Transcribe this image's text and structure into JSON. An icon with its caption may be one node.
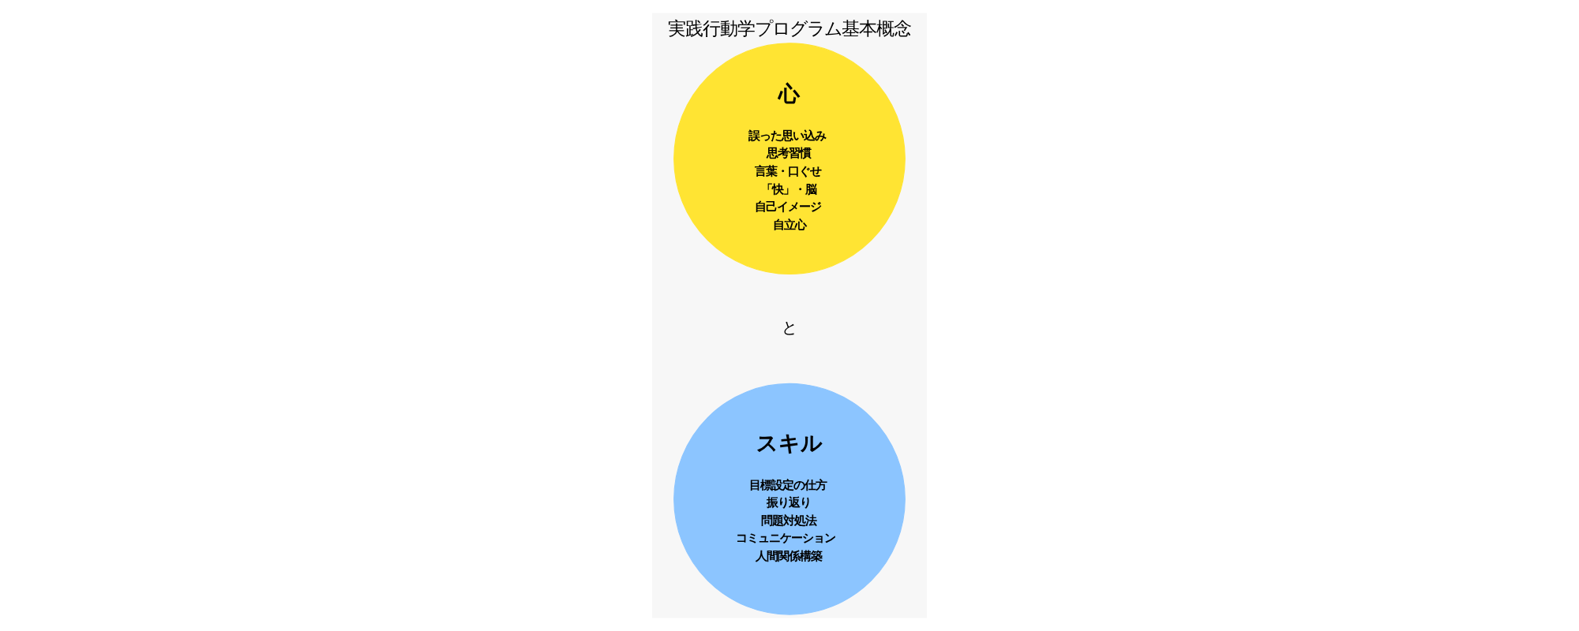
{
  "diagram": {
    "title": "実践行動学プログラム基本概念",
    "nodes": [
      {
        "text": [
          "心",
          "誤った思い込み",
          "思考習慣",
          "言葉・口ぐせ",
          "「快」・脳",
          "自己イメージ",
          "自立心"
        ]
      },
      {
        "text": [
          "スキル",
          "目標設定の仕方",
          "振り返り",
          "問題対処法",
          "コミュニケーション",
          "人間関係構築"
        ]
      }
    ],
    "edges": [],
    "labels": [
      "と"
    ]
  }
}
